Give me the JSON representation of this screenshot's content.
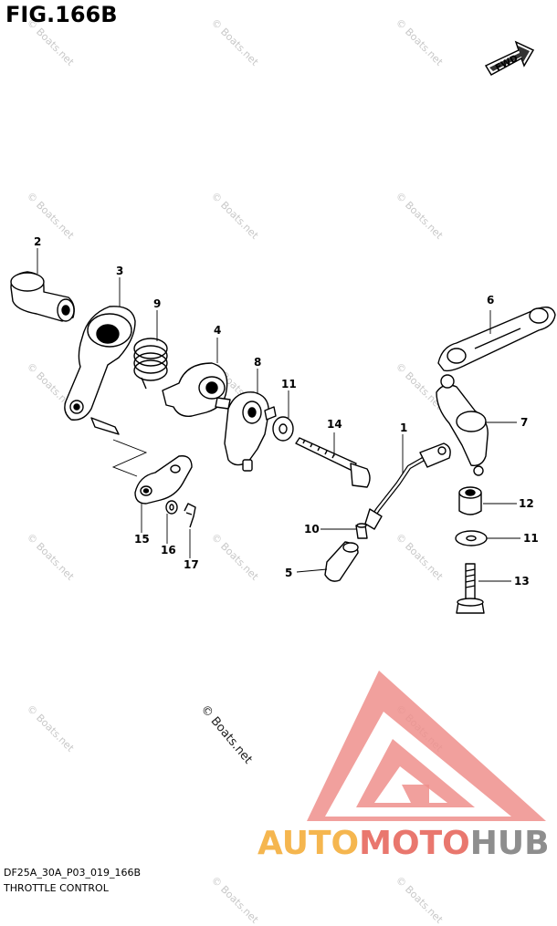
{
  "figure": {
    "title": "FIG.166B",
    "code": "DF25A_30A_P03_019_166B",
    "name": "THROTTLE CONTROL",
    "direction_label": "FWD"
  },
  "watermark": {
    "text": "© Boats.net"
  },
  "brand": {
    "part1": "AUTO",
    "part2": "MOTO",
    "part3": "HUB"
  },
  "colors": {
    "brand_yellow": "#f5b64f",
    "brand_red": "#e9776e",
    "brand_gray": "#8e8e8e",
    "logo_red": "#ee8f8c"
  },
  "callouts": [
    "2",
    "3",
    "9",
    "4",
    "8",
    "11",
    "14",
    "1",
    "6",
    "7",
    "12",
    "11",
    "10",
    "5",
    "13",
    "15",
    "16",
    "17"
  ]
}
